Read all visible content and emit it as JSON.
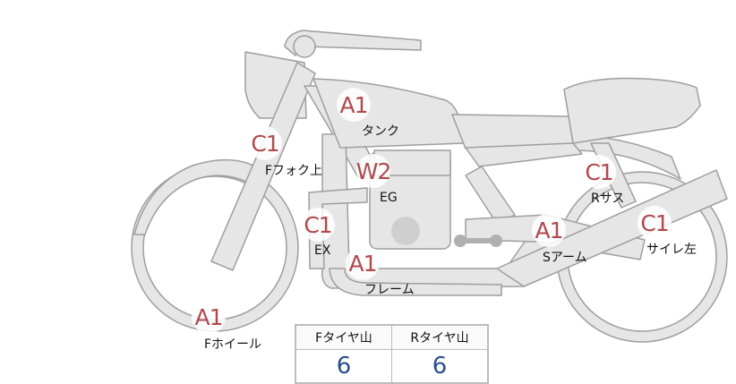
{
  "colors": {
    "bike_fill": "#e6e6e6",
    "bike_stroke": "#9e9e9e",
    "marker_text": "#b04a4e",
    "value_text": "#2c4f8c"
  },
  "parts": {
    "tank": {
      "grade": "A1",
      "label": "タンク"
    },
    "front_fork": {
      "grade": "C1",
      "label": "Fフォク上"
    },
    "engine": {
      "grade": "W2",
      "label": "EG"
    },
    "exhaust": {
      "grade": "C1",
      "label": "EX"
    },
    "frame": {
      "grade": "A1",
      "label": "フレーム"
    },
    "front_wheel": {
      "grade": "A1",
      "label": "Fホイール"
    },
    "rear_suspension": {
      "grade": "C1",
      "label": "Rサス"
    },
    "swing_arm": {
      "grade": "A1",
      "label": "Sアーム"
    },
    "muffler_left": {
      "grade": "C1",
      "label": "サイレ左"
    }
  },
  "tread_table": {
    "front_header": "Fタイヤ山",
    "rear_header": "Rタイヤ山",
    "front_value": "6",
    "rear_value": "6"
  }
}
